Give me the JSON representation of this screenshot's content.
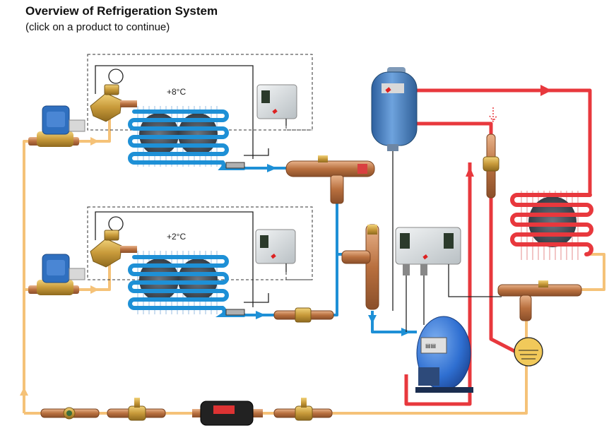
{
  "page": {
    "title": "Overview of Refrigeration System",
    "subtitle": "(click on a product to continue)"
  },
  "evaporators": [
    {
      "temperature": "+8°C"
    },
    {
      "temperature": "+2°C"
    }
  ],
  "colors": {
    "liquid_line": "#f5c278",
    "suction_line": "#1e90d6",
    "discharge_line": "#e8383d",
    "copper": "#c8875a",
    "brass": "#c9a24a",
    "component_blue": "#4a86c8",
    "compressor_blue": "#2f6fd1"
  }
}
